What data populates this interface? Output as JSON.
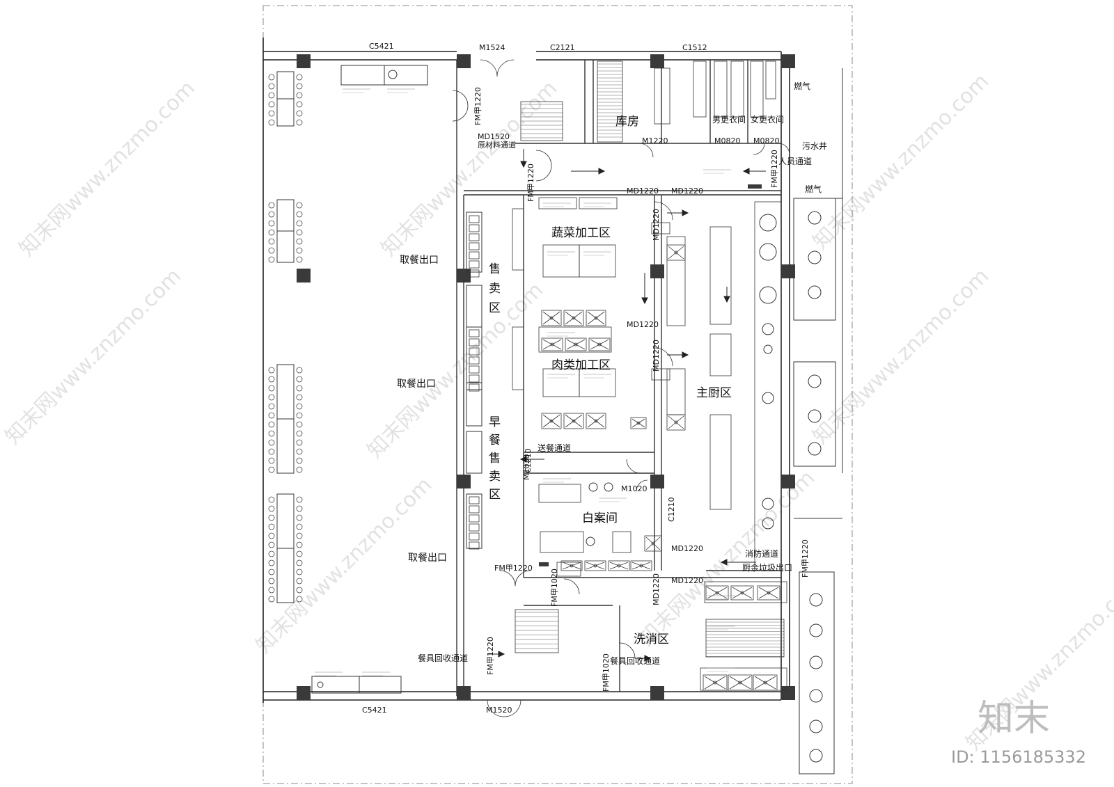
{
  "rooms": {
    "storage": "库房",
    "male_locker": "男更衣间",
    "female_locker": "女更衣间",
    "veg_zone": "蔬菜加工区",
    "meat_zone": "肉类加工区",
    "sales_1": "售",
    "sales_2": "卖",
    "sales_3": "区",
    "bfast_1": "早",
    "bfast_2": "餐",
    "bfast_3": "售",
    "bfast_4": "卖",
    "bfast_5": "区",
    "main_kitchen": "主厨区",
    "pastry": "白案间",
    "wash": "洗消区",
    "sewage_well": "污水井",
    "gas_1": "燃气",
    "gas_2": "燃气"
  },
  "paths": {
    "staff": "人员通道",
    "serving": "送餐通道",
    "fire": "消防通道",
    "waste": "厨余垃圾出口",
    "tableware_1": "餐具回收通道",
    "tableware_2": "餐具回收通道",
    "pickup_1": "取餐出口",
    "pickup_2": "取餐出口",
    "pickup_3": "取餐出口"
  },
  "doors": {
    "c5421_top": "C5421",
    "c5421_bottom": "C5421",
    "m1524": "M1524",
    "c2121": "C2121",
    "c1512": "C1512",
    "fm1220_a": "FM甲1220",
    "fm1220_b": "FM甲1220",
    "fm1220_c": "FM甲1220",
    "fm1220_d": "FM甲1220",
    "fm1220_e": "FM甲1220",
    "fm1220_f": "FM甲1220",
    "md1520": "MD1520",
    "m1220": "M1220",
    "m0820_a": "M0820",
    "m0820_b": "M0820",
    "md1220_a": "MD1220",
    "md1220_b": "MD1220",
    "md1220_c": "MD1220",
    "md1220_d": "MD1220",
    "md1220_e": "MD1220",
    "md1220_f": "MD1220",
    "md1220_g": "MD1220",
    "md1220_h": "MD1220",
    "m1020": "M1020",
    "c1210_a": "C1210",
    "c1210_b": "C1210",
    "m1020_v": "M1020",
    "fm1020_a": "FM甲1020",
    "fm1020_b": "FM甲1020",
    "m1520": "M1520",
    "raw_entry": "原材料通道"
  },
  "brand": {
    "logo": "知末",
    "id": "ID: 1156185332"
  },
  "watermarks": [
    "知末网www.znzmo.com"
  ]
}
